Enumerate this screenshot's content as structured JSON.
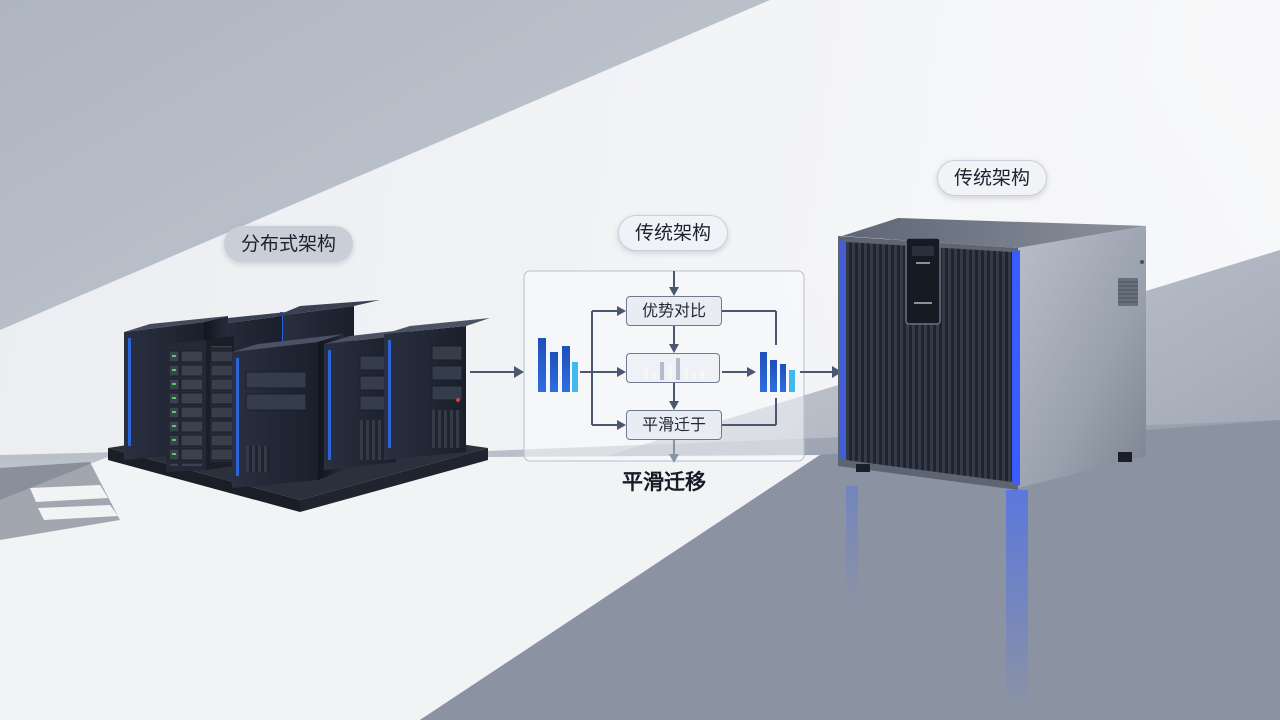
{
  "labels": {
    "distributed": "分布式架构",
    "traditional_center": "传统架构",
    "traditional_right": "传统架构",
    "migration_caption": "平滑迁移"
  },
  "flow": {
    "top_box": "优势对比",
    "bottom_box": "平滑迁于"
  },
  "colors": {
    "accent_blue": "#2b63d9",
    "light_blue": "#43b8ee",
    "dark_panel": "#1e2433",
    "metal_silver": "#9aa1ae"
  }
}
